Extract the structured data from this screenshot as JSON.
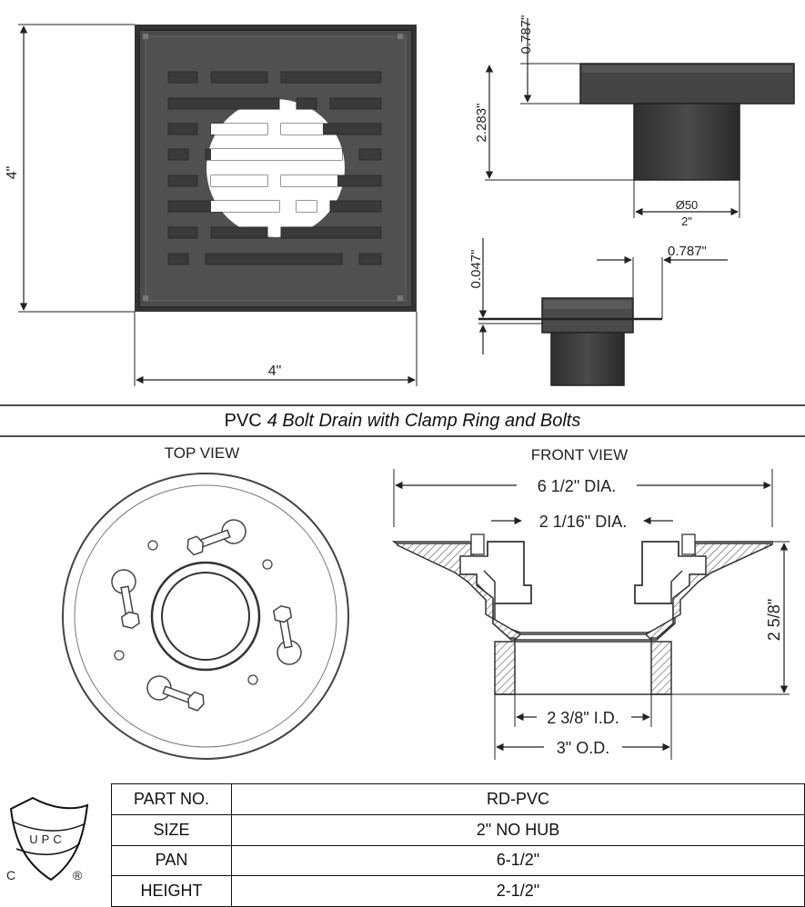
{
  "grate_dimensions": {
    "left_height": "4\"",
    "bottom_width": "4\"",
    "side_flange": "0.787\"",
    "side_total": "2.283\"",
    "pipe_metric": "Ø50",
    "pipe_imperial": "2\"",
    "lower_thickness": "0.047\"",
    "lower_flange": "0.787\""
  },
  "banner": {
    "prefix": "PVC",
    "title": "4 Bolt Drain with Clamp Ring and Bolts"
  },
  "views": {
    "top_label": "TOP VIEW",
    "front_label": "FRONT VIEW"
  },
  "front_dimensions": {
    "overall_dia": "6 1/2\" DIA.",
    "inner_dia": "2 1/16\" DIA.",
    "height": "2 5/8\"",
    "id": "2 3/8\" I.D.",
    "od": "3\" O.D."
  },
  "certification": {
    "letters": "UPC",
    "c_mark": "C",
    "registered": "®"
  },
  "spec_table": [
    {
      "label": "PART NO.",
      "value": "RD-PVC"
    },
    {
      "label": "SIZE",
      "value": "2\" NO HUB"
    },
    {
      "label": "PAN",
      "value": "6-1/2\""
    },
    {
      "label": "HEIGHT",
      "value": "2-1/2\""
    }
  ],
  "colors": {
    "metal_dark": "#3d3d3d",
    "metal_face": "#4e4e4e",
    "line": "#222222",
    "hatch": "#555555"
  }
}
